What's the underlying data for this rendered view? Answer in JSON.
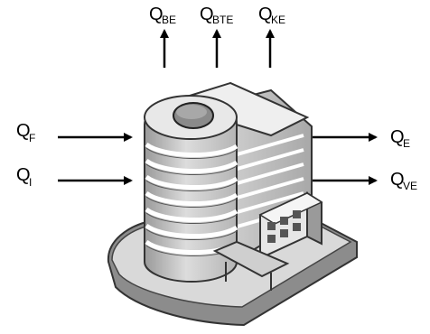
{
  "diagram": {
    "outputs_top": [
      {
        "main": "Q",
        "sub": "BE"
      },
      {
        "main": "Q",
        "sub": "BTE"
      },
      {
        "main": "Q",
        "sub": "KE"
      }
    ],
    "inputs_left": [
      {
        "main": "Q",
        "sub": "F"
      },
      {
        "main": "Q",
        "sub": "I"
      }
    ],
    "outputs_right": [
      {
        "main": "Q",
        "sub": "E"
      },
      {
        "main": "Q",
        "sub": "VE"
      }
    ],
    "icon": "building-icon",
    "colors": {
      "arrow": "#000000",
      "building_light": "#f2f2f2",
      "building_mid": "#c8c8c8",
      "building_dark": "#7a7a7a",
      "base": "#9e9e9e"
    }
  }
}
